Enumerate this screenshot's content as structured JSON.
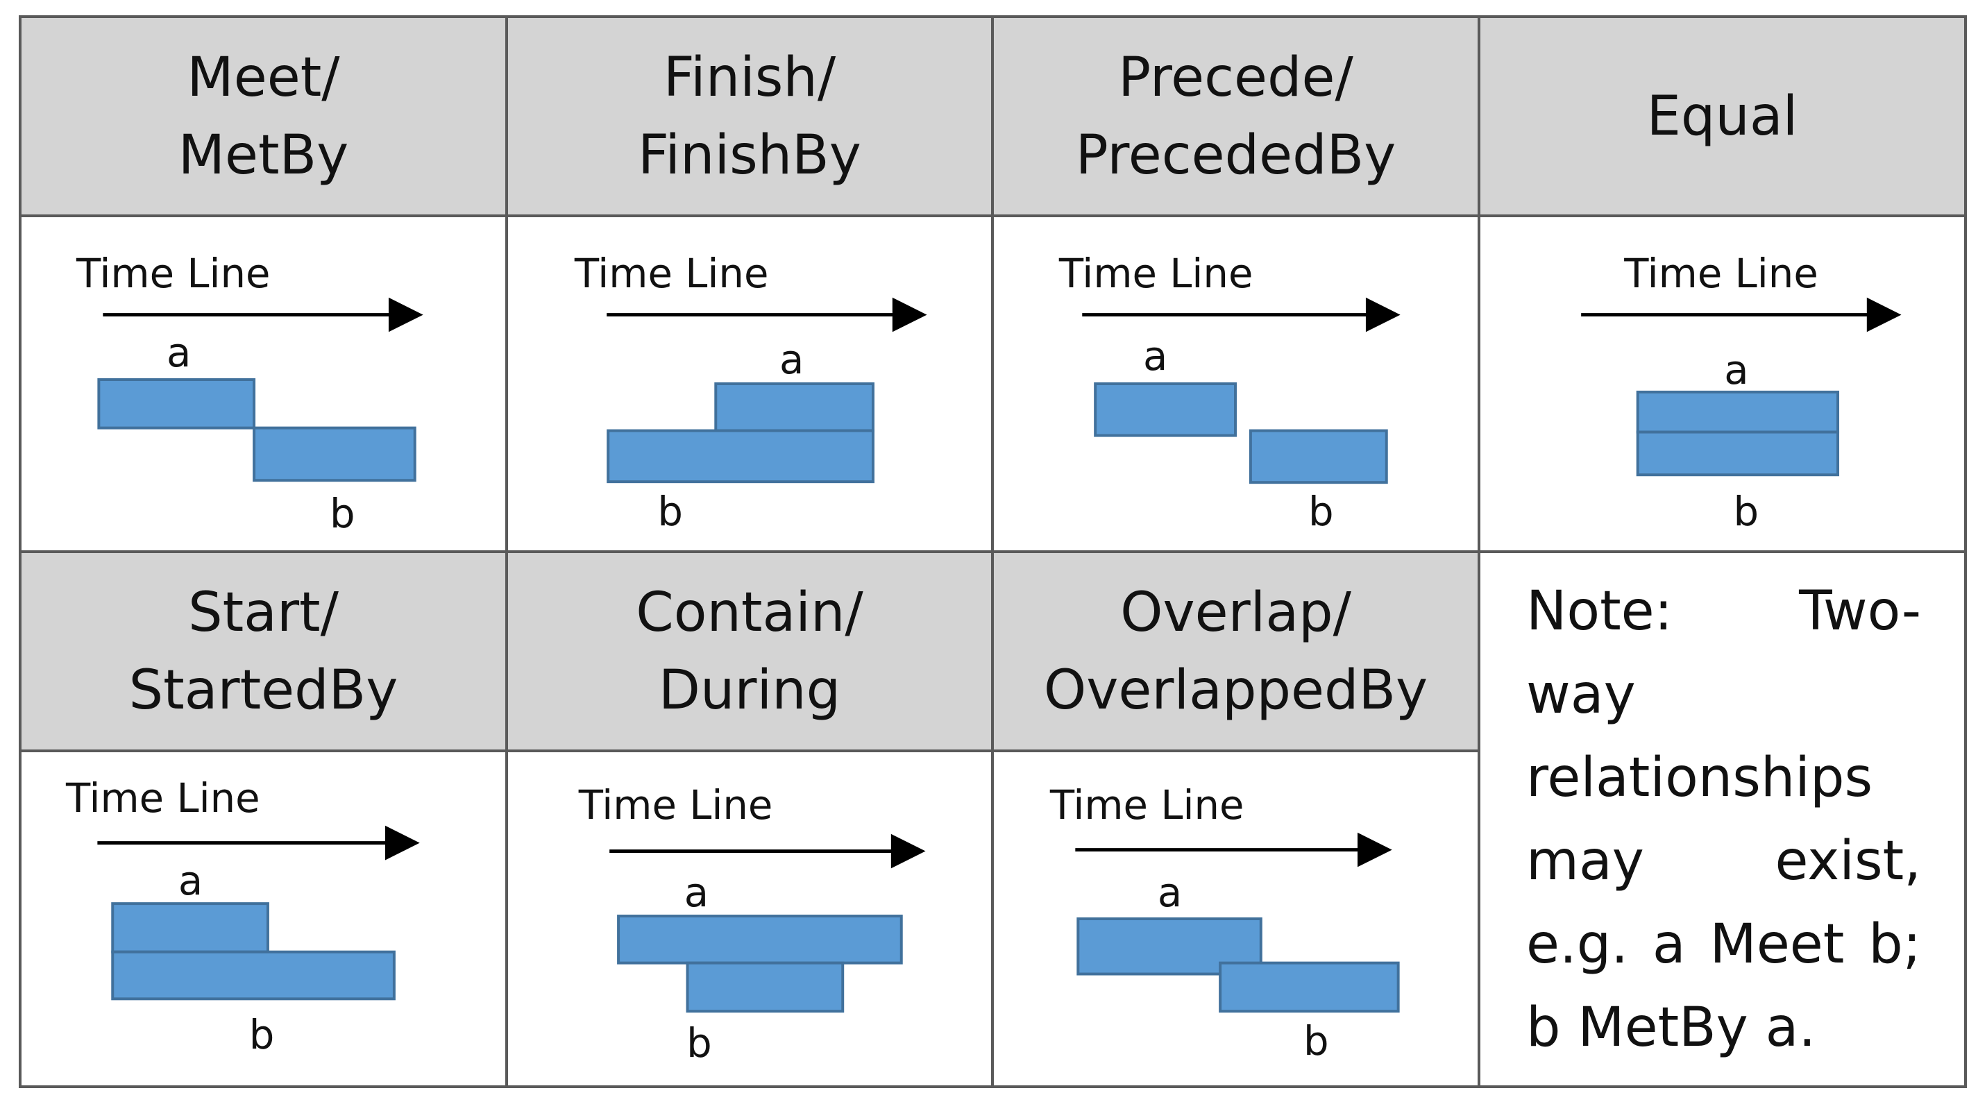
{
  "timeline_label": "Time Line",
  "labels": {
    "a": "a",
    "b": "b"
  },
  "colors": {
    "bar_fill": "#5b9bd5",
    "bar_stroke": "#41719c",
    "header_bg": "#d4d4d4",
    "border": "#5a5a5a"
  },
  "relations": [
    {
      "id": "meet",
      "line1": "Meet/",
      "line2": "MetBy"
    },
    {
      "id": "finish",
      "line1": "Finish/",
      "line2": "FinishBy"
    },
    {
      "id": "precede",
      "line1": "Precede/",
      "line2": "PrecededBy"
    },
    {
      "id": "equal",
      "line1": "Equal",
      "line2": ""
    },
    {
      "id": "start",
      "line1": "Start/",
      "line2": "StartedBy"
    },
    {
      "id": "contain",
      "line1": "Contain/",
      "line2": "During"
    },
    {
      "id": "overlap",
      "line1": "Overlap/",
      "line2": "OverlappedBy"
    }
  ],
  "note": {
    "text": "Note: Two-way relationships may exist, e.g. a Meet b; b MetBy a."
  }
}
